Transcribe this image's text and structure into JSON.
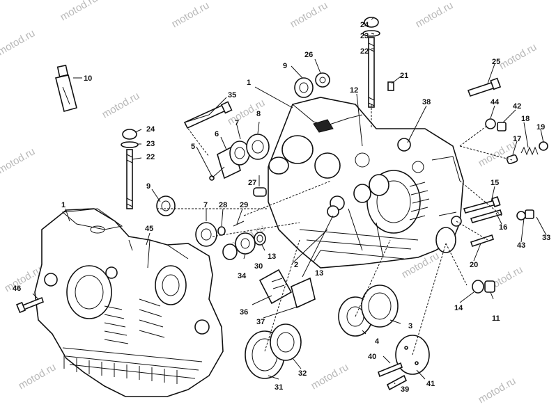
{
  "watermark": "motod.ru",
  "callouts": {
    "c1a": "1",
    "c1b": "1",
    "c2": "2",
    "c3": "3",
    "c4": "4",
    "c5": "5",
    "c6": "6",
    "c7a": "7",
    "c7b": "7",
    "c8": "8",
    "c9a": "9",
    "c9b": "9",
    "c10": "10",
    "c11": "11",
    "c12": "12",
    "c13a": "13",
    "c13b": "13",
    "c14": "14",
    "c15": "15",
    "c16": "16",
    "c17": "17",
    "c18": "18",
    "c19": "19",
    "c20": "20",
    "c21": "21",
    "c22a": "22",
    "c22b": "22",
    "c23a": "23",
    "c23b": "23",
    "c24a": "24",
    "c24b": "24",
    "c25": "25",
    "c26": "26",
    "c27": "27",
    "c28": "28",
    "c29": "29",
    "c30": "30",
    "c31": "31",
    "c32": "32",
    "c33": "33",
    "c34": "34",
    "c35": "35",
    "c36": "36",
    "c37": "37",
    "c38": "38",
    "c39": "39",
    "c40": "40",
    "c41": "41",
    "c42": "42",
    "c43": "43",
    "c44": "44",
    "c45": "45",
    "c46": "46"
  }
}
